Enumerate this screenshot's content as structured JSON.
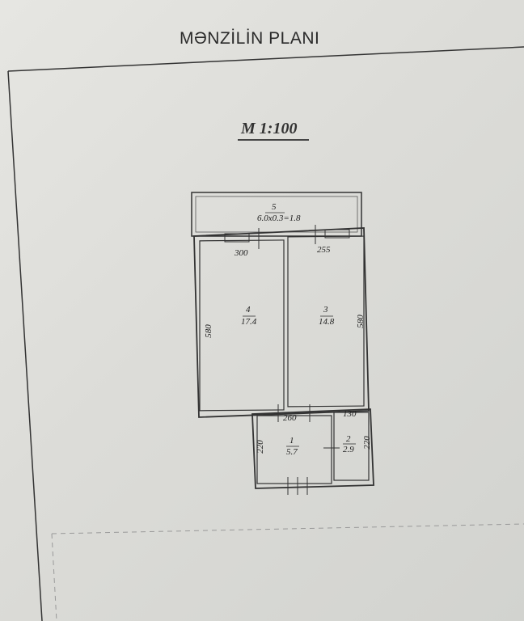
{
  "page": {
    "title": "MƏNZİLİN PLANI",
    "scale": "M 1:100"
  },
  "rooms": {
    "balcony": {
      "number": "5",
      "area": "6.0x0.3=1.8"
    },
    "room4": {
      "number": "4",
      "area": "17.4"
    },
    "room3": {
      "number": "3",
      "area": "14.8"
    },
    "room1": {
      "number": "1",
      "area": "5.7"
    },
    "room2": {
      "number": "2",
      "area": "2.9"
    }
  },
  "dimensions": {
    "room4_width": "300",
    "room3_width": "255",
    "room4_length": "580",
    "room3_length": "580",
    "room1_width": "260",
    "room2_width": "130",
    "room1_height": "220",
    "room2_height": "220"
  }
}
